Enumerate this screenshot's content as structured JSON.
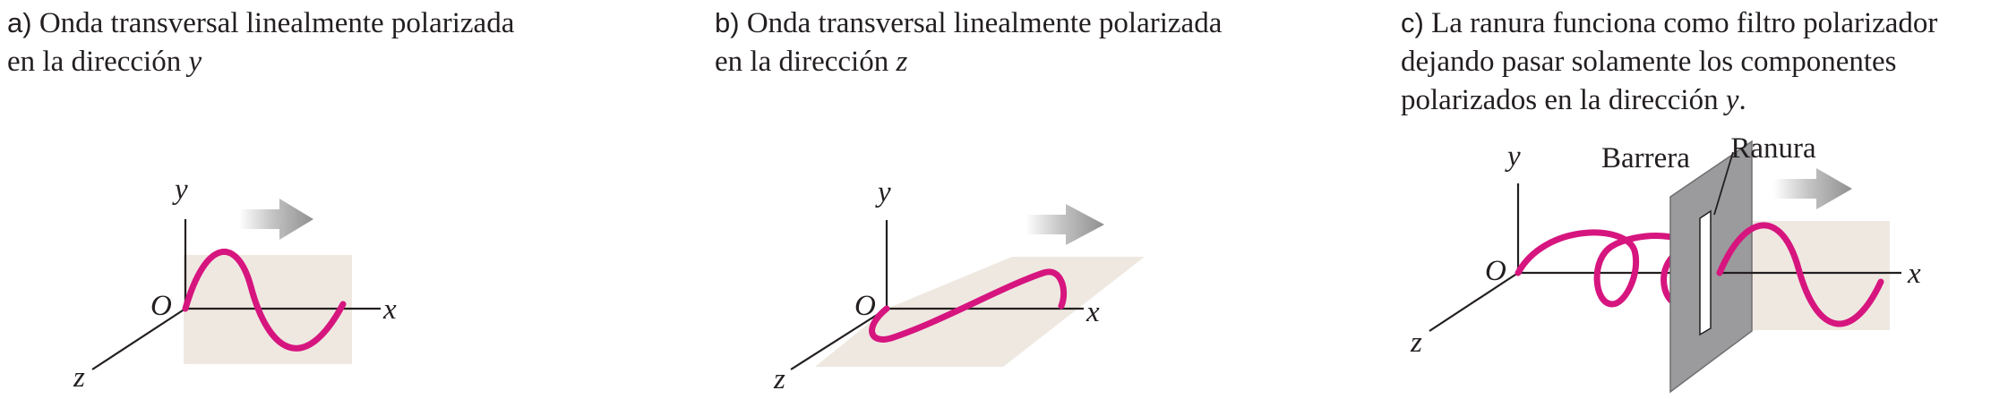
{
  "panels": [
    {
      "letter": "a)",
      "caption_line1": "Onda transversal linealmente polarizada",
      "caption_line2_prefix": "en la dirección ",
      "caption_line2_var": "y",
      "axes": {
        "y": "y",
        "x": "x",
        "z": "z",
        "origin": "O"
      }
    },
    {
      "letter": "b)",
      "caption_line1": "Onda transversal linealmente polarizada",
      "caption_line2_prefix": "en la dirección ",
      "caption_line2_var": "z",
      "axes": {
        "y": "y",
        "x": "x",
        "z": "z",
        "origin": "O"
      }
    },
    {
      "letter": "c)",
      "caption_line1": "La ranura funciona como filtro polarizador",
      "caption_line2": "dejando pasar solamente los componentes",
      "caption_line3_prefix": "polarizados en la dirección ",
      "caption_line3_var": "y",
      "caption_line3_suffix": ".",
      "axes": {
        "y": "y",
        "x": "x",
        "z": "z",
        "origin": "O"
      },
      "barrier_label": "Barrera",
      "slot_label": "Ranura"
    }
  ],
  "colors": {
    "wave": "#d6157f",
    "plane": "#efe8e1",
    "axis": "#231f20",
    "arrow": "#9d9d9d",
    "barrier": "#9b9b9d"
  }
}
